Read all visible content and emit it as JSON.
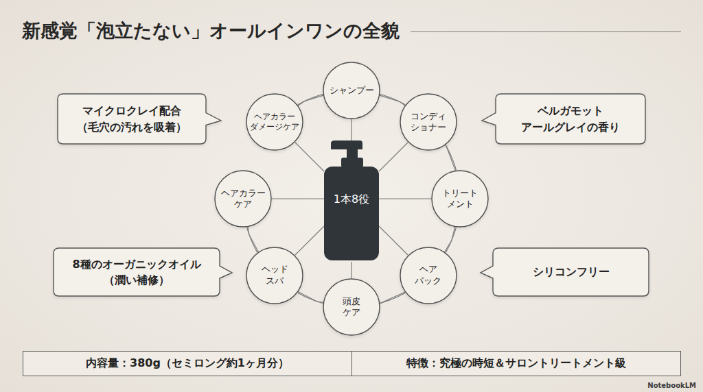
{
  "diagram": {
    "title": "新感覚「泡立たない」オールインワンの全貌",
    "nodes": [
      {
        "text": [
          "マイクロクレイ配合 （毛穴の汚れを吸着）"
        ]
      },
      {
        "text": [
          "シャンプー"
        ]
      },
      {
        "text": [
          "ベルガモット アールグレイの香り"
        ]
      },
      {
        "text": [
          "ヘアカラー ダメージケア"
        ]
      },
      {
        "text": [
          "コンディ ショナー"
        ]
      },
      {
        "text": [
          "ヘアカラー ケア"
        ]
      },
      {
        "text": [
          "1本8役"
        ]
      },
      {
        "text": [
          "トリート メント"
        ]
      },
      {
        "text": [
          "8種のオーガニックオイル （潤い補修）"
        ]
      },
      {
        "text": [
          "ヘッド スパ"
        ]
      },
      {
        "text": [
          "ヘア パック"
        ]
      },
      {
        "text": [
          "シリコンフリー"
        ]
      },
      {
        "text": [
          "頭皮 ケア"
        ]
      },
      {
        "text": [
          "内容量：380g（セミロング約1ヶ月分）"
        ]
      },
      {
        "text": [
          "特徴：究極の時短＆サロントリートメント級"
        ]
      }
    ],
    "edges": [
      {
        "from": 6,
        "to": 1,
        "arrow": "none"
      },
      {
        "from": 6,
        "to": 4,
        "arrow": "none"
      },
      {
        "from": 6,
        "to": 7,
        "arrow": "none"
      },
      {
        "from": 6,
        "to": 10,
        "arrow": "none"
      },
      {
        "from": 6,
        "to": 12,
        "arrow": "none"
      },
      {
        "from": 6,
        "to": 9,
        "arrow": "none"
      },
      {
        "from": 6,
        "to": 5,
        "arrow": "none"
      },
      {
        "from": 6,
        "to": 3,
        "arrow": "none"
      },
      {
        "from": 1,
        "to": 4,
        "arrow": "none"
      },
      {
        "from": 4,
        "to": 7,
        "arrow": "none"
      },
      {
        "from": 7,
        "to": 10,
        "arrow": "none"
      },
      {
        "from": 10,
        "to": 12,
        "arrow": "none"
      },
      {
        "from": 12,
        "to": 9,
        "arrow": "none"
      },
      {
        "from": 9,
        "to": 5,
        "arrow": "none"
      },
      {
        "from": 5,
        "to": 3,
        "arrow": "none"
      },
      {
        "from": 3,
        "to": 1,
        "arrow": "none"
      }
    ],
    "labels": [
      "NotebookLM"
    ]
  }
}
